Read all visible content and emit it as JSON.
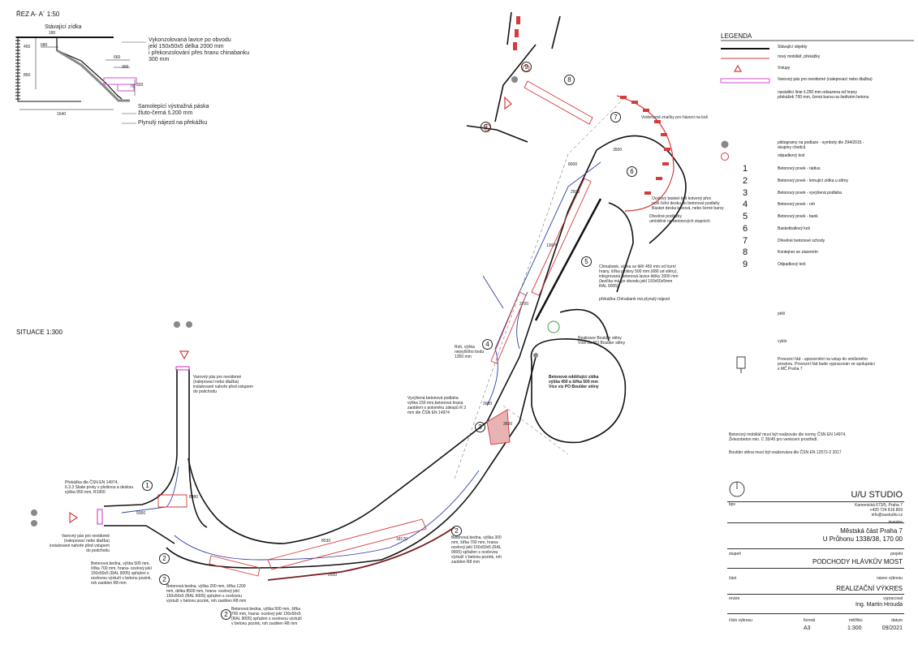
{
  "section": {
    "title": "ŘEZ A- A´ 1:50",
    "existing_wall": "Stávající zídka",
    "dims": [
      "180",
      "450",
      "850",
      "680",
      "660",
      "300",
      "320",
      "1640",
      "70"
    ],
    "bench_note": "Vykonzolovaná lavice po obvodu\njekl 150x50x5 délka 2000 mm\ni překonzolování přes hranu chinabanku\n300 mm",
    "tape_note": "Samolepící výstražná páska\nžluto-černá š.200 mm",
    "ramp_note": "Plynulý nájezd na překážku"
  },
  "situation_title": "SITUACE 1:300",
  "legend": {
    "title": "LEGENDA",
    "items": [
      {
        "sym": "line-black",
        "text": "Stávající objekty"
      },
      {
        "sym": "line-red",
        "text": "nový mobiliář, překážky"
      },
      {
        "sym": "triangle-red",
        "text": "Vstupy"
      },
      {
        "sym": "rect-magenta",
        "text": "Varovný pás pro nevidomé  (nalepovací nebo dlažba)"
      },
      {
        "sym": "none",
        "text": "naváděcí linie š.250 mm odsazena od hrany\npřekážek 700 mm, černá barva na šedivém betonu"
      },
      {
        "sym": "dot-gray",
        "text": "piktogramy na podlaze - symboly dle 294/2015 -\nskupiny chodců"
      },
      {
        "sym": "circle-red",
        "text": "odpadkový koš"
      }
    ],
    "numbered": [
      {
        "num": "1",
        "text": "Betonový prvek - rádius"
      },
      {
        "num": "2",
        "text": "Betonový prvek - lemující zídka u stěny"
      },
      {
        "num": "3",
        "text": "Betonový prvek - vyvýšená podlaha"
      },
      {
        "num": "4",
        "text": "Betonový prvek - roh"
      },
      {
        "num": "5",
        "text": "Betonový prvek - bank"
      },
      {
        "num": "6",
        "text": "Basketballový koš"
      },
      {
        "num": "7",
        "text": "Dřevěné betonové schody"
      },
      {
        "num": "8",
        "text": "Kontejner se zázemím"
      },
      {
        "num": "9",
        "text": "Odpadkový koš"
      }
    ],
    "pedestrian": "pěší",
    "cyclist": "cyklo",
    "operating": "Provozní řád - upozornění na vstup do smíšeného\nprostoru. Provozní řád bude vypracován ve spolupráci\ns MČ Praha 7"
  },
  "notes": {
    "norm": "Betonový mobiliář musí být realizován dle normy ČSN EN 14974,\nŽelezobeton min. C 35/45 pro venkovní prostředí.",
    "boulder": "Boulder stěna musí být realizována dle ČSN EN 12572-2 2017"
  },
  "callouts": {
    "warning_top": "Varovný pás pro nevidomé\n(nalepovací nebo dlažba)\ninstalované nahoře před vstupem\ndo podchodu",
    "warning_left": "Varovný pás pro nevidomé\n(nalepovací nebo dlažba)\ninstalované nahoře před vstupem\ndo podchodu",
    "obstacle": "Překážka dle ČSN EN 14974,\n6.3.3 Skate prvky s plošinou a deskou\nvýška 950 mm, R1900",
    "bedna1": "Betonová bedna, výška 500 mm,\nšířka 700 mm, hrana- ocelový jekl\n150x50x5 (RAL 9005) spřažen s\nocelovou výztuží v betonu pozink,\nroh zaoblen R8 mm",
    "bedna2": "Betonová bedna, výška 200 mm, šířka 1200\nmm, délka 8500 mm, hrana- ocelový jekl\n150x50x5 (RAL 9005) spřažen s ocelovou\nvýztuží v betonu pozink, roh zaoblen R8 mm",
    "bedna3": "Betonová bedna, výška 500 mm, šířka\n700 mm, hrana- ocelový jekl 150x50x5\n(RAL 9005) spřažen s ocelovou výztuží\nv betonu pozink, roh zaoblen R8 mm",
    "bedna4": "Betonová bedna, výška 300\nmm, šířka 700 mm, hrana-\nocelový jekl 150x50x5 (RAL\n9005) spřažen s ocelovou\nvýztuží v betonu pozink, roh\nzaoblen R8 mm",
    "raised": "Vyvýšená betonová podlaha\nvýška 150 mm,betonová hrana\nzaoblení o poloměru zákopů R 3\nmm dle ČSN EN 14974",
    "corner": "Roh, výška\nnejvyššího bodu\n1350 mm",
    "wall": "Betonová oddělující zídka\nvýška 450 a šířka 500 mm\nVíce viz PO Boulder stěny",
    "boulder_real": "Realizace Boulder stěny\nVíce viz PO Boulder stěny",
    "chinabank": "Chinabank, výška se dělí 450 mm od horní\nhrany, šířka plošiny 500 mm (680 od stěny),\nintegrovaná betonová lavice délky 2000 mm\n(lavička má po obvodu jekl 150x50x5mm\nRAL 9005)",
    "chinabank2": "překážka Chinabank má plynulý nájezd",
    "basket": "Ocelový basket koš kotvený přes\nocel čelní desku do betonové podlahy\nBasket deska kovová, nebo černé barvy",
    "wood": "Dřevěné podlážky\numístěné na betonových stupních",
    "marks": "Vodorovné značky pro házení na koš"
  },
  "title_block": {
    "firm": "U/U STUDIO",
    "logo": "bpv",
    "address": "Kamenická 673/5, Praha 7\n+420 724 819 859\ninfo@uustudio.cz",
    "investor_label": "investor",
    "investor": "Městská část Praha 7\nU Průhonu 1338/38, 170 00",
    "stage_label": "stupeň",
    "project_label": "projekt",
    "project": "PODCHODY HLÁVKŮV MOST",
    "part_label": "část",
    "drawing_name_label": "název výkresu",
    "drawing_name": "REALIZAČNÍ VÝKRES",
    "revision_label": "revize",
    "prepared_label": "vypracoval",
    "author": "Ing. Martin Hrouda",
    "number_label": "číslo výkresu",
    "format_label": "formát",
    "scale_label": "měřítko",
    "date_label": "datum",
    "format": "A3",
    "scale": "1:300",
    "date": "09/2021"
  },
  "dim_labels": [
    "8480",
    "5000",
    "8530",
    "18170",
    "2500",
    "13070",
    "2700",
    "2500",
    "3000",
    "3600",
    "3500",
    "8000"
  ],
  "colors": {
    "black": "#111111",
    "red": "#d63a3a",
    "magenta": "#d24fd2",
    "blue": "#2e3fa8",
    "gray": "#888888",
    "green": "#3aa13a",
    "maroon": "#7a1c1c"
  }
}
